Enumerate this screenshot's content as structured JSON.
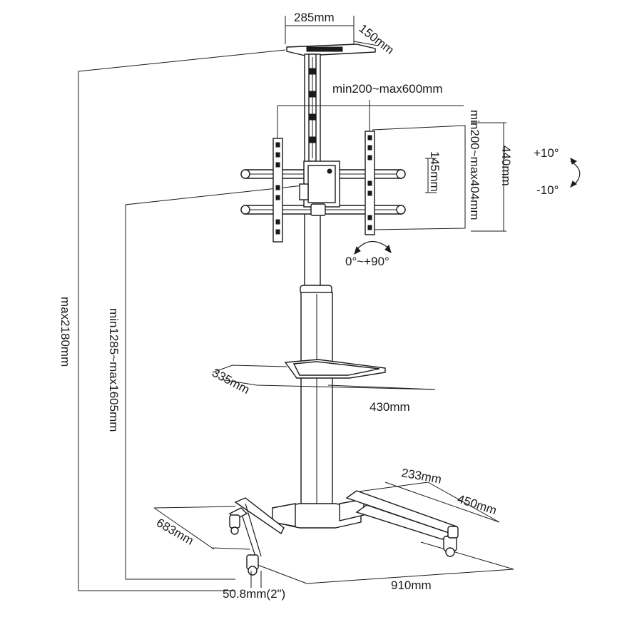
{
  "labels": {
    "tray_width": "285mm",
    "tray_depth": "150mm",
    "vesa_width": "min200~max600mm",
    "vesa_height": "min200~max404mm",
    "arm_spacing": "145mm",
    "plate_height": "440mm",
    "tilt_up": "+10°",
    "tilt_down": "-10°",
    "rotation": "0°~+90°",
    "max_height": "max2180mm",
    "height_range": "min1285~max1605mm",
    "shelf_depth": "335mm",
    "shelf_width": "430mm",
    "base_leg_width": "233mm",
    "base_leg_length": "450mm",
    "base_depth": "683mm",
    "caster": "50.8mm(2\")",
    "base_width": "910mm"
  },
  "colors": {
    "line": "#1a1a1a",
    "background": "#ffffff"
  }
}
